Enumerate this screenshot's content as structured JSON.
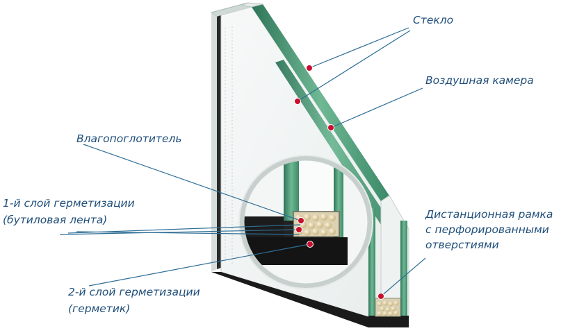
{
  "labels": {
    "steklo": "Стекло",
    "vozdushnaya_kamera": "Воздушная камера",
    "vlagopoglotitel": "Влагопоглотитель",
    "sloy1_line1": "1-й слой герметизации",
    "sloy1_line2": "(бутиловая лента)",
    "sloy2_line1": "2-й слой герметизации",
    "sloy2_line2": "(герметик)",
    "ramka_line1": "Дистанционная рамка",
    "ramka_line2": "с перфорированными",
    "ramka_line3": "отверстиями"
  },
  "colors": {
    "label_text": "#1f4e79",
    "leader_line": "#2e6e96",
    "marker_dot": "#c8102e",
    "glass_edge": "#3f8a6a",
    "sealant": "#1a1a1a",
    "desiccant": "#e3d4a6"
  }
}
